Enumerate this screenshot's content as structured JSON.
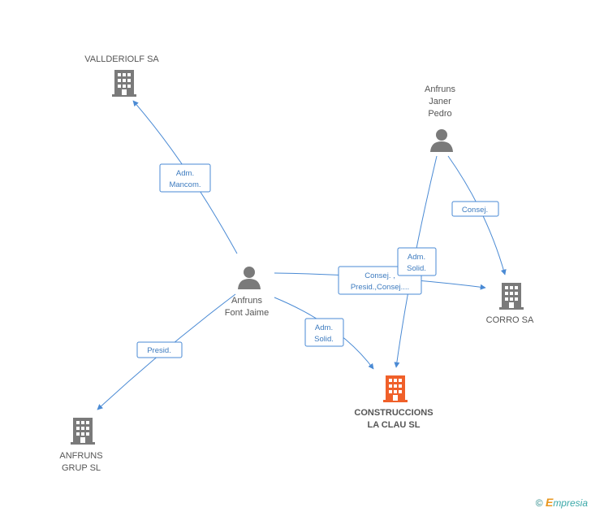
{
  "nodes": {
    "vallderiolf": {
      "label": "VALLDERIOLF SA"
    },
    "anfruns_janer": {
      "label_lines": [
        "Anfruns",
        "Janer",
        "Pedro"
      ]
    },
    "anfruns_font": {
      "label_lines": [
        "Anfruns",
        "Font Jaime"
      ]
    },
    "corro": {
      "label": "CORRO SA"
    },
    "construccions": {
      "label_lines": [
        "CONSTRUCCIONS",
        "LA CLAU SL"
      ]
    },
    "anfruns_grup": {
      "label_lines": [
        "ANFRUNS",
        "GRUP SL"
      ]
    }
  },
  "edges": {
    "adm_mancom": [
      "Adm.",
      "Mancom."
    ],
    "consej_janer_corro": [
      "Consej."
    ],
    "adm_solid_janer": [
      "Adm.",
      "Solid."
    ],
    "consej_presid": [
      "Consej. ,",
      "Presid.,Consej...."
    ],
    "adm_solid_font": [
      "Adm.",
      "Solid."
    ],
    "presid": [
      "Presid."
    ]
  },
  "colors": {
    "edge": "#4a8ad4",
    "company": "#7a7a7a",
    "person": "#7a7a7a",
    "focus_company": "#f0602a"
  },
  "footer": {
    "copyright": "©",
    "brand_initial": "E",
    "brand_rest": "mpresia"
  }
}
